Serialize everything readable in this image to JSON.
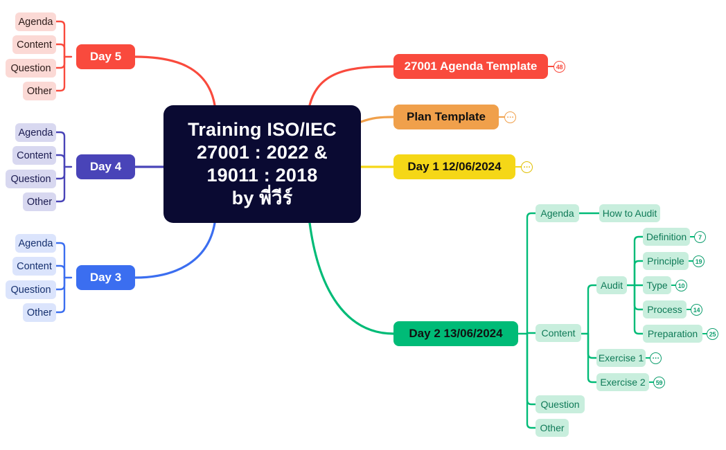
{
  "title": "Training ISO/IEC 27001 : 2022 & 19011 : 2018 by พี่วีร์",
  "central": {
    "lines": [
      "Training ISO/IEC",
      "27001 : 2022 &",
      "19011 : 2018",
      "by พี่วีร์"
    ],
    "bg": "#0a0a32",
    "text": "#ffffff"
  },
  "colors": {
    "red": "#f94a3d",
    "red_light": "#fbd9d5",
    "red_text": "#2b1a18",
    "indigo": "#4944b8",
    "indigo_light": "#d8d8f0",
    "indigo_text": "#1b1b50",
    "blue": "#3b6ef0",
    "blue_light": "#dbe4fc",
    "blue_text": "#16306e",
    "orange": "#f0a04b",
    "yellow": "#f5d717",
    "green": "#00bb77",
    "green_light": "#c8eedd",
    "green_text": "#0e7a57",
    "dark_text": "#111111"
  },
  "left_branches": [
    {
      "label": "Day 5",
      "accent": "red",
      "children": [
        "Agenda",
        "Content",
        "Question",
        "Other"
      ]
    },
    {
      "label": "Day 4",
      "accent": "indigo",
      "children": [
        "Agenda",
        "Content",
        "Question",
        "Other"
      ]
    },
    {
      "label": "Day 3",
      "accent": "blue",
      "children": [
        "Agenda",
        "Content",
        "Question",
        "Other"
      ]
    }
  ],
  "right_branches": [
    {
      "label": "27001 Agenda Template",
      "accent": "red",
      "badge": "48",
      "text_color": "#ffffff"
    },
    {
      "label": "Plan Template",
      "accent": "orange",
      "badge": "…",
      "text_color": "#111111"
    },
    {
      "label": "Day 1 12/06/2024",
      "accent": "yellow",
      "badge": "…",
      "text_color": "#111111"
    },
    {
      "label": "Day 2 13/06/2024",
      "accent": "green",
      "badge": "",
      "text_color": "#111111"
    }
  ],
  "day2_tree": {
    "root": "Day 2 13/06/2024",
    "children": [
      {
        "label": "Agenda",
        "children": [
          {
            "label": "How to Audit"
          }
        ]
      },
      {
        "label": "Content",
        "children": [
          {
            "label": "Audit",
            "children": [
              {
                "label": "Definition",
                "badge": "7"
              },
              {
                "label": "Principle",
                "badge": "19"
              },
              {
                "label": "Type",
                "badge": "10"
              },
              {
                "label": "Process",
                "badge": "14"
              },
              {
                "label": "Preparation",
                "badge": "25"
              }
            ]
          },
          {
            "label": "Exercise 1",
            "badge": "…"
          },
          {
            "label": "Exercise 2",
            "badge": "59"
          }
        ]
      },
      {
        "label": "Question"
      },
      {
        "label": "Other"
      }
    ]
  }
}
